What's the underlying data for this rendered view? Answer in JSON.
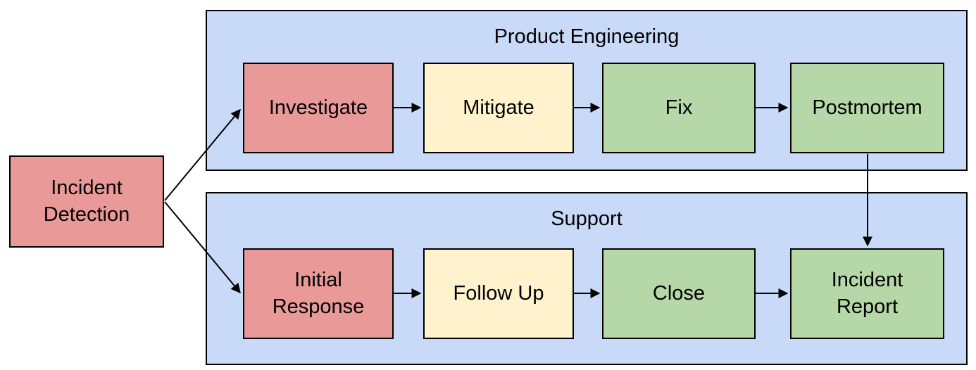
{
  "colors": {
    "node_red": "#ea9999",
    "node_yellow": "#fff2cc",
    "node_green": "#b6d7a8",
    "lane_blue": "#c9daf8",
    "edge_black": "#000000"
  },
  "start_node": {
    "label": "Incident Detection",
    "color": "node_red"
  },
  "lanes": [
    {
      "title": "Product Engineering",
      "color": "lane_blue",
      "steps": [
        {
          "label": "Investigate",
          "color": "node_red"
        },
        {
          "label": "Mitigate",
          "color": "node_yellow"
        },
        {
          "label": "Fix",
          "color": "node_green"
        },
        {
          "label": "Postmortem",
          "color": "node_green"
        }
      ]
    },
    {
      "title": "Support",
      "color": "lane_blue",
      "steps": [
        {
          "label": "Initial Response",
          "color": "node_red"
        },
        {
          "label": "Follow Up",
          "color": "node_yellow"
        },
        {
          "label": "Close",
          "color": "node_green"
        },
        {
          "label": "Incident Report",
          "color": "node_green"
        }
      ]
    }
  ],
  "edges": [
    {
      "from": "Incident Detection",
      "to": "Investigate"
    },
    {
      "from": "Incident Detection",
      "to": "Initial Response"
    },
    {
      "from": "Investigate",
      "to": "Mitigate"
    },
    {
      "from": "Mitigate",
      "to": "Fix"
    },
    {
      "from": "Fix",
      "to": "Postmortem"
    },
    {
      "from": "Postmortem",
      "to": "Incident Report"
    },
    {
      "from": "Initial Response",
      "to": "Follow Up"
    },
    {
      "from": "Follow Up",
      "to": "Close"
    },
    {
      "from": "Close",
      "to": "Incident Report"
    }
  ]
}
